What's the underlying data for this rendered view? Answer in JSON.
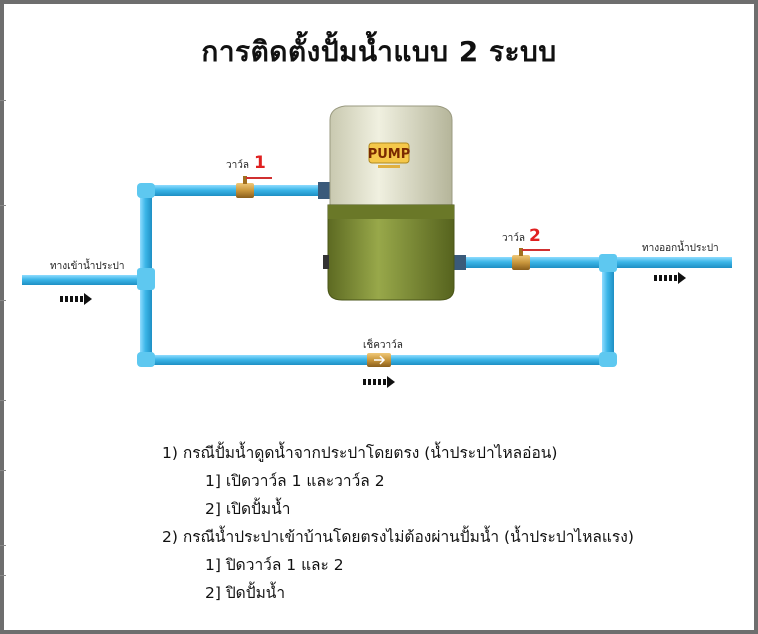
{
  "title": "การติดตั้งปั้มน้ำแบบ 2 ระบบ",
  "labels": {
    "valve1": "วาว์ล",
    "valve1_num": "1",
    "valve2": "วาว์ล",
    "valve2_num": "2",
    "check_valve": "เช็ควาว์ล",
    "inlet": "ทางเข้าน้ำประปา",
    "outlet": "ทางออกน้ำประปา",
    "pump": "PUMP"
  },
  "instructions": [
    "1) กรณีปั้มน้ำดูดน้ำจากประปาโดยตรง (น้ำประปาไหลอ่อน)",
    "1] เปิดวาว์ล 1 และวาว์ล 2",
    "2] เปิดปั้มน้ำ",
    "2) กรณีน้ำประปาเข้าบ้านโดยตรงไม่ต้องผ่านปั้มน้ำ (น้ำประปาไหลแรง)",
    "1] ปิดวาว์ล 1 และ 2",
    "2] ปิดปั้มน้ำ"
  ],
  "colors": {
    "pipe": "#3cb6e8",
    "pipe_dark": "#1e8fc4",
    "valve": "#c8963c",
    "pump_top": "#e8e8d2",
    "pump_bottom": "#7d8d36",
    "accent_red": "#e02020"
  }
}
